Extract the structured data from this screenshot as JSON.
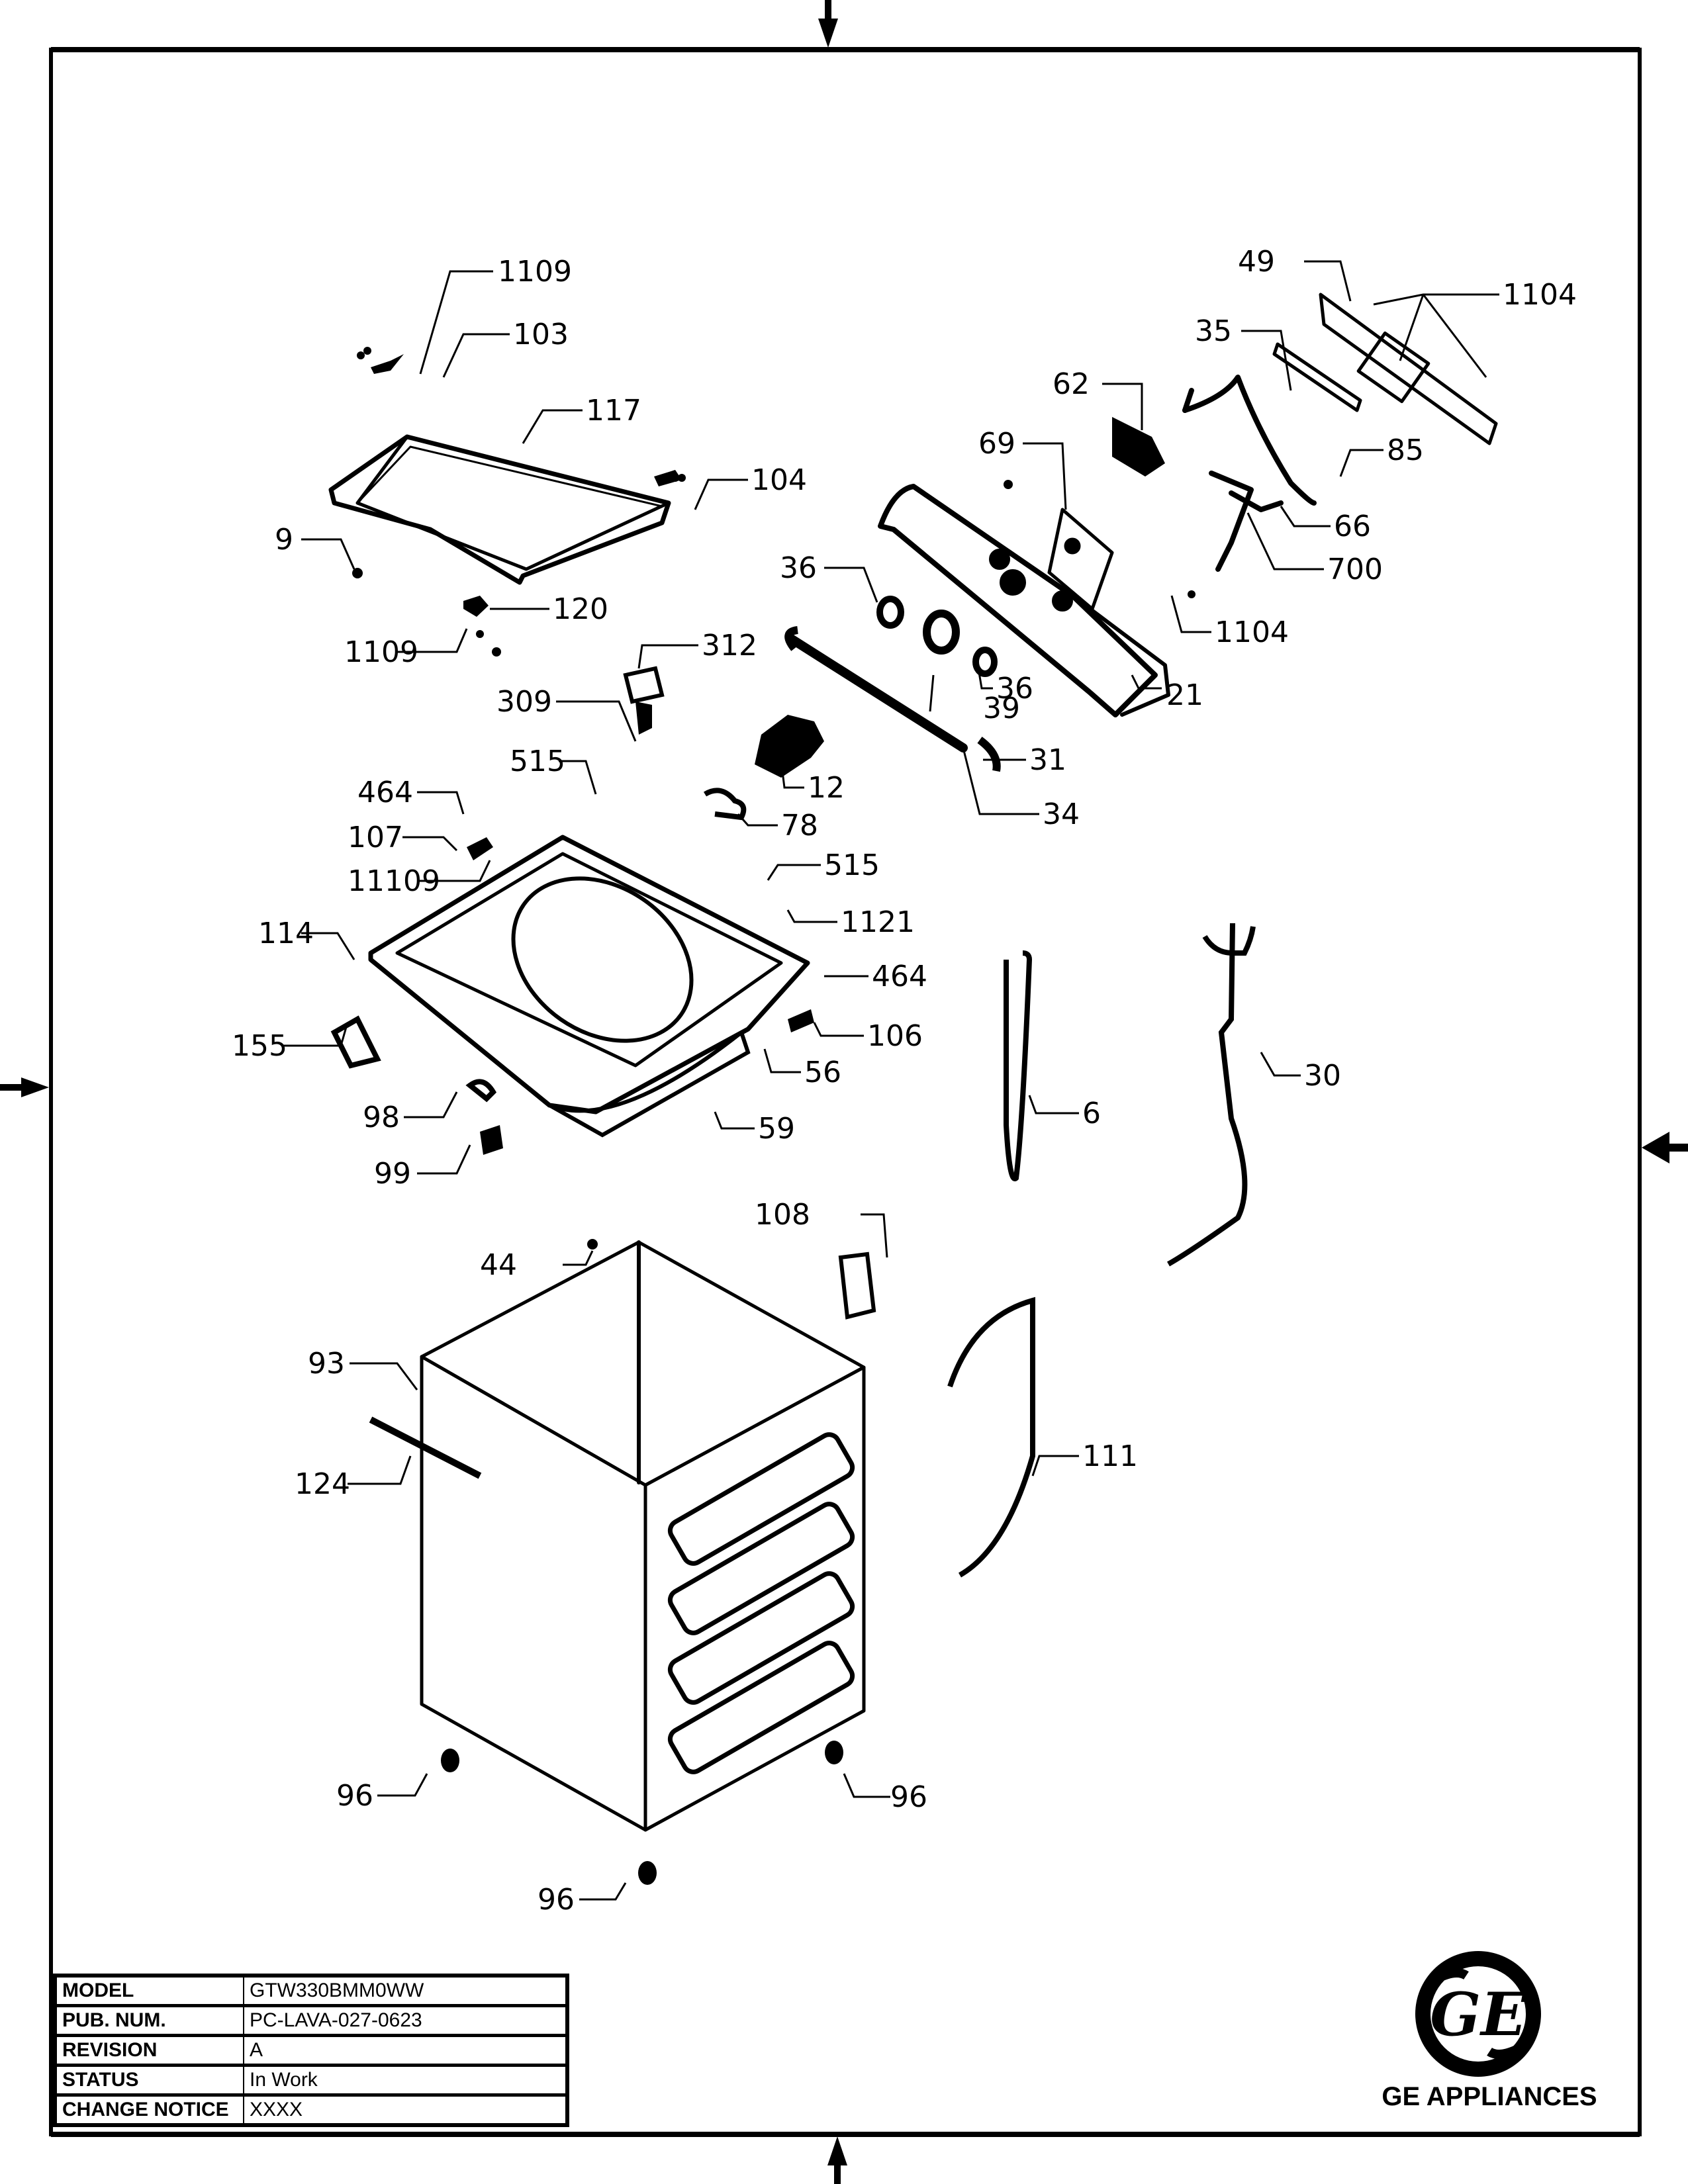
{
  "title_block": {
    "rows": [
      {
        "label": "MODEL",
        "value": "GTW330BMM0WW"
      },
      {
        "label": "PUB. NUM.",
        "value": "PC-LAVA-027-0623"
      },
      {
        "label": "REVISION",
        "value": "A"
      },
      {
        "label": "STATUS",
        "value": "In Work"
      },
      {
        "label": "CHANGE NOTICE",
        "value": "XXXX"
      }
    ]
  },
  "brand": {
    "name": "GE APPLIANCES",
    "logo_icon": "ge-monogram-logo"
  },
  "callouts": {
    "c1109a": "1109",
    "c103": "103",
    "c117": "117",
    "c104": "104",
    "c9": "9",
    "c120": "120",
    "c1109b": "1109",
    "c312": "312",
    "c309": "309",
    "c49": "49",
    "c1104a": "1104",
    "c35": "35",
    "c62": "62",
    "c85": "85",
    "c69": "69",
    "c66": "66",
    "c700": "700",
    "c36a": "36",
    "c1104b": "1104",
    "c39": "39",
    "c36b": "36",
    "c21": "21",
    "c31": "31",
    "c12": "12",
    "c34": "34",
    "c78": "78",
    "c515a": "515",
    "c464a": "464",
    "c107": "107",
    "c11109": "11109",
    "c515b": "515",
    "c1121": "1121",
    "c114": "114",
    "c464b": "464",
    "c106": "106",
    "c155": "155",
    "c56": "56",
    "c98": "98",
    "c59": "59",
    "c99": "99",
    "c6": "6",
    "c30": "30",
    "c108": "108",
    "c44": "44",
    "c93": "93",
    "c124": "124",
    "c111": "111",
    "c96a": "96",
    "c96b": "96",
    "c96c": "96"
  }
}
